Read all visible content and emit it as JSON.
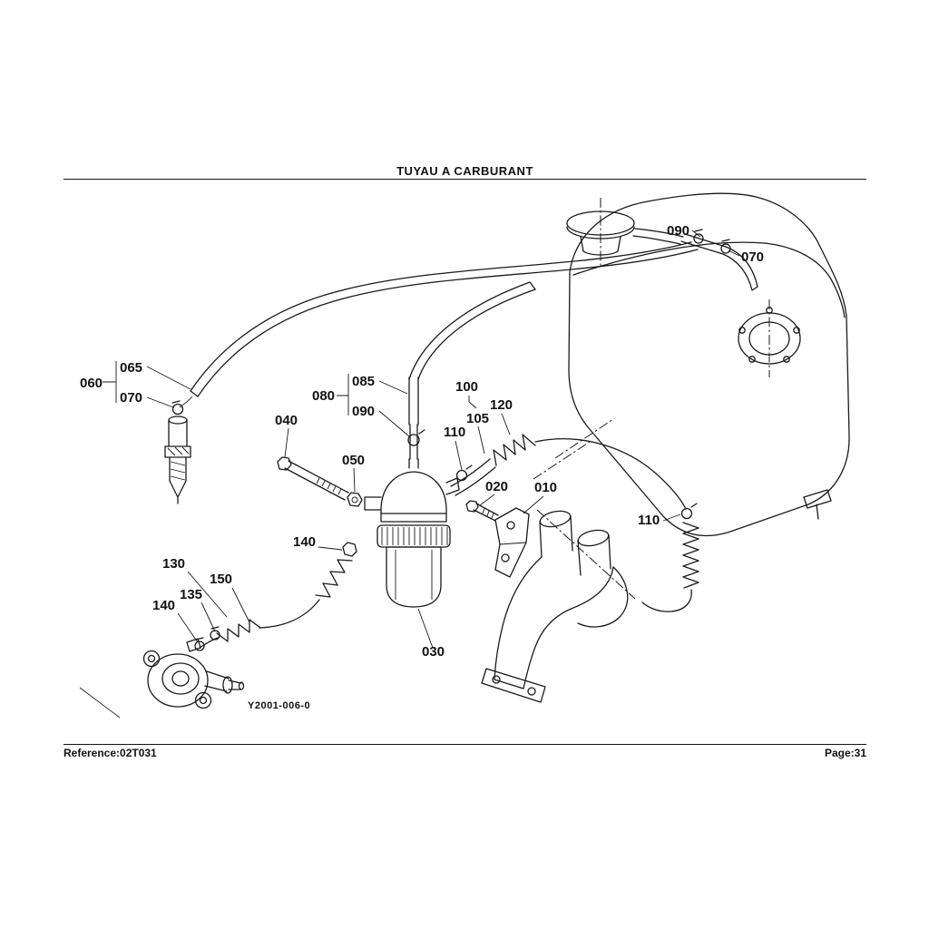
{
  "page": {
    "title": "TUYAU A CARBURANT",
    "reference": "Reference:02T031",
    "page_number": "Page:31",
    "drawing_code": "Y2001-006-0"
  },
  "callouts": {
    "c010": "010",
    "c020": "020",
    "c030": "030",
    "c040": "040",
    "c050": "050",
    "c060": "060",
    "c065": "065",
    "c070_left": "070",
    "c070_top": "070",
    "c080": "080",
    "c085": "085",
    "c090_top": "090",
    "c090_mid": "090",
    "c100": "100",
    "c105": "105",
    "c110_mid": "110",
    "c110_right": "110",
    "c120": "120",
    "c130": "130",
    "c135": "135",
    "c140_top": "140",
    "c140_bottom": "140",
    "c150": "150"
  }
}
